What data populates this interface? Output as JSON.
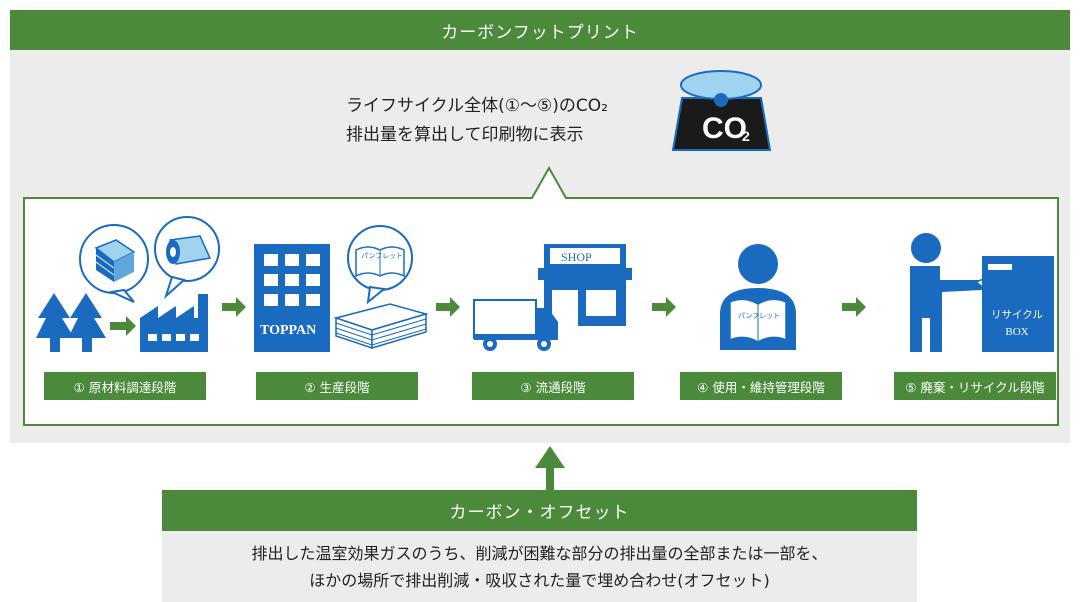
{
  "header": {
    "title": "カーボンフットプリント"
  },
  "description": {
    "line1": "ライフサイクル全体(①〜⑤)のCO₂",
    "line2": "排出量を算出して印刷物に表示"
  },
  "co2_badge": {
    "text": "CO",
    "subscript": "2"
  },
  "stages": [
    {
      "label": "① 原材料調達段階"
    },
    {
      "label": "② 生産段階"
    },
    {
      "label": "③ 流通段階"
    },
    {
      "label": "④ 使用・維持管理段階"
    },
    {
      "label": "⑤ 廃棄・リサイクル段階"
    }
  ],
  "illustration_text": {
    "toppan": "TOPPAN",
    "shop": "SHOP",
    "pamphlet": "パンフレット",
    "recycle_box_line1": "リサイクル",
    "recycle_box_line2": "BOX"
  },
  "offset": {
    "title": "カーボン・オフセット",
    "line1": "排出した温室効果ガスのうち、削減が困難な部分の排出量の全部または一部を、",
    "line2": "ほかの場所で排出削減・吸収された量で埋め合わせ(オフセット)"
  },
  "colors": {
    "green": "#4a8a3a",
    "blue": "#1a6bbf",
    "light_blue": "#9fd3f0",
    "gray": "#ececec"
  }
}
